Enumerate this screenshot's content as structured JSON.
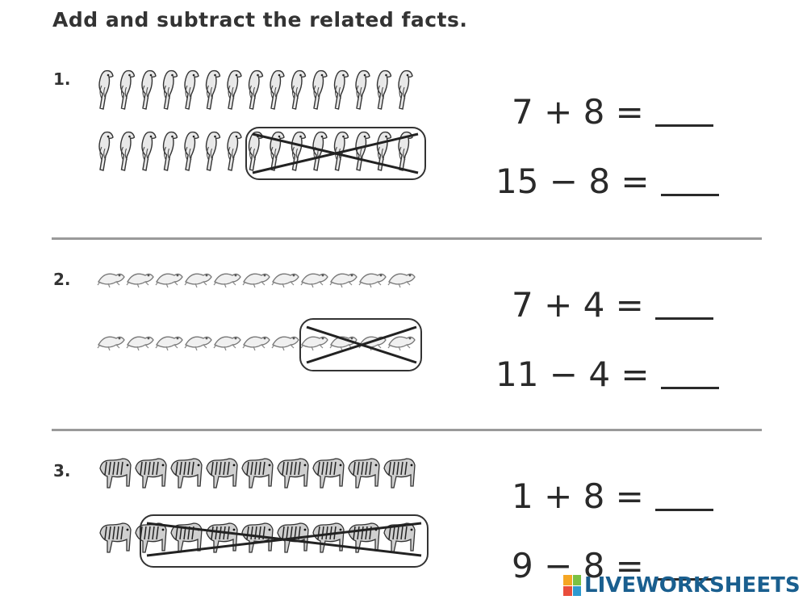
{
  "title": "Add and subtract the related facts.",
  "problems": [
    {
      "number": "1.",
      "animal": "parrot",
      "top_count": 15,
      "bottom_count": 15,
      "crossed_out": 8,
      "addition": "7 + 8 =",
      "subtraction": "15 − 8 ="
    },
    {
      "number": "2.",
      "animal": "frog",
      "top_count": 11,
      "bottom_count": 11,
      "crossed_out": 4,
      "addition": "7 + 4 =",
      "subtraction": "11 − 4 ="
    },
    {
      "number": "3.",
      "animal": "tiger",
      "top_count": 9,
      "bottom_count": 9,
      "crossed_out": 8,
      "addition": "1 + 8 =",
      "subtraction": "9 − 8 ="
    }
  ],
  "footer": {
    "brand": "LIVEWORKSHEETS"
  },
  "colors": {
    "divider": "#9a9a9a",
    "brand": "#1a5f8f"
  }
}
